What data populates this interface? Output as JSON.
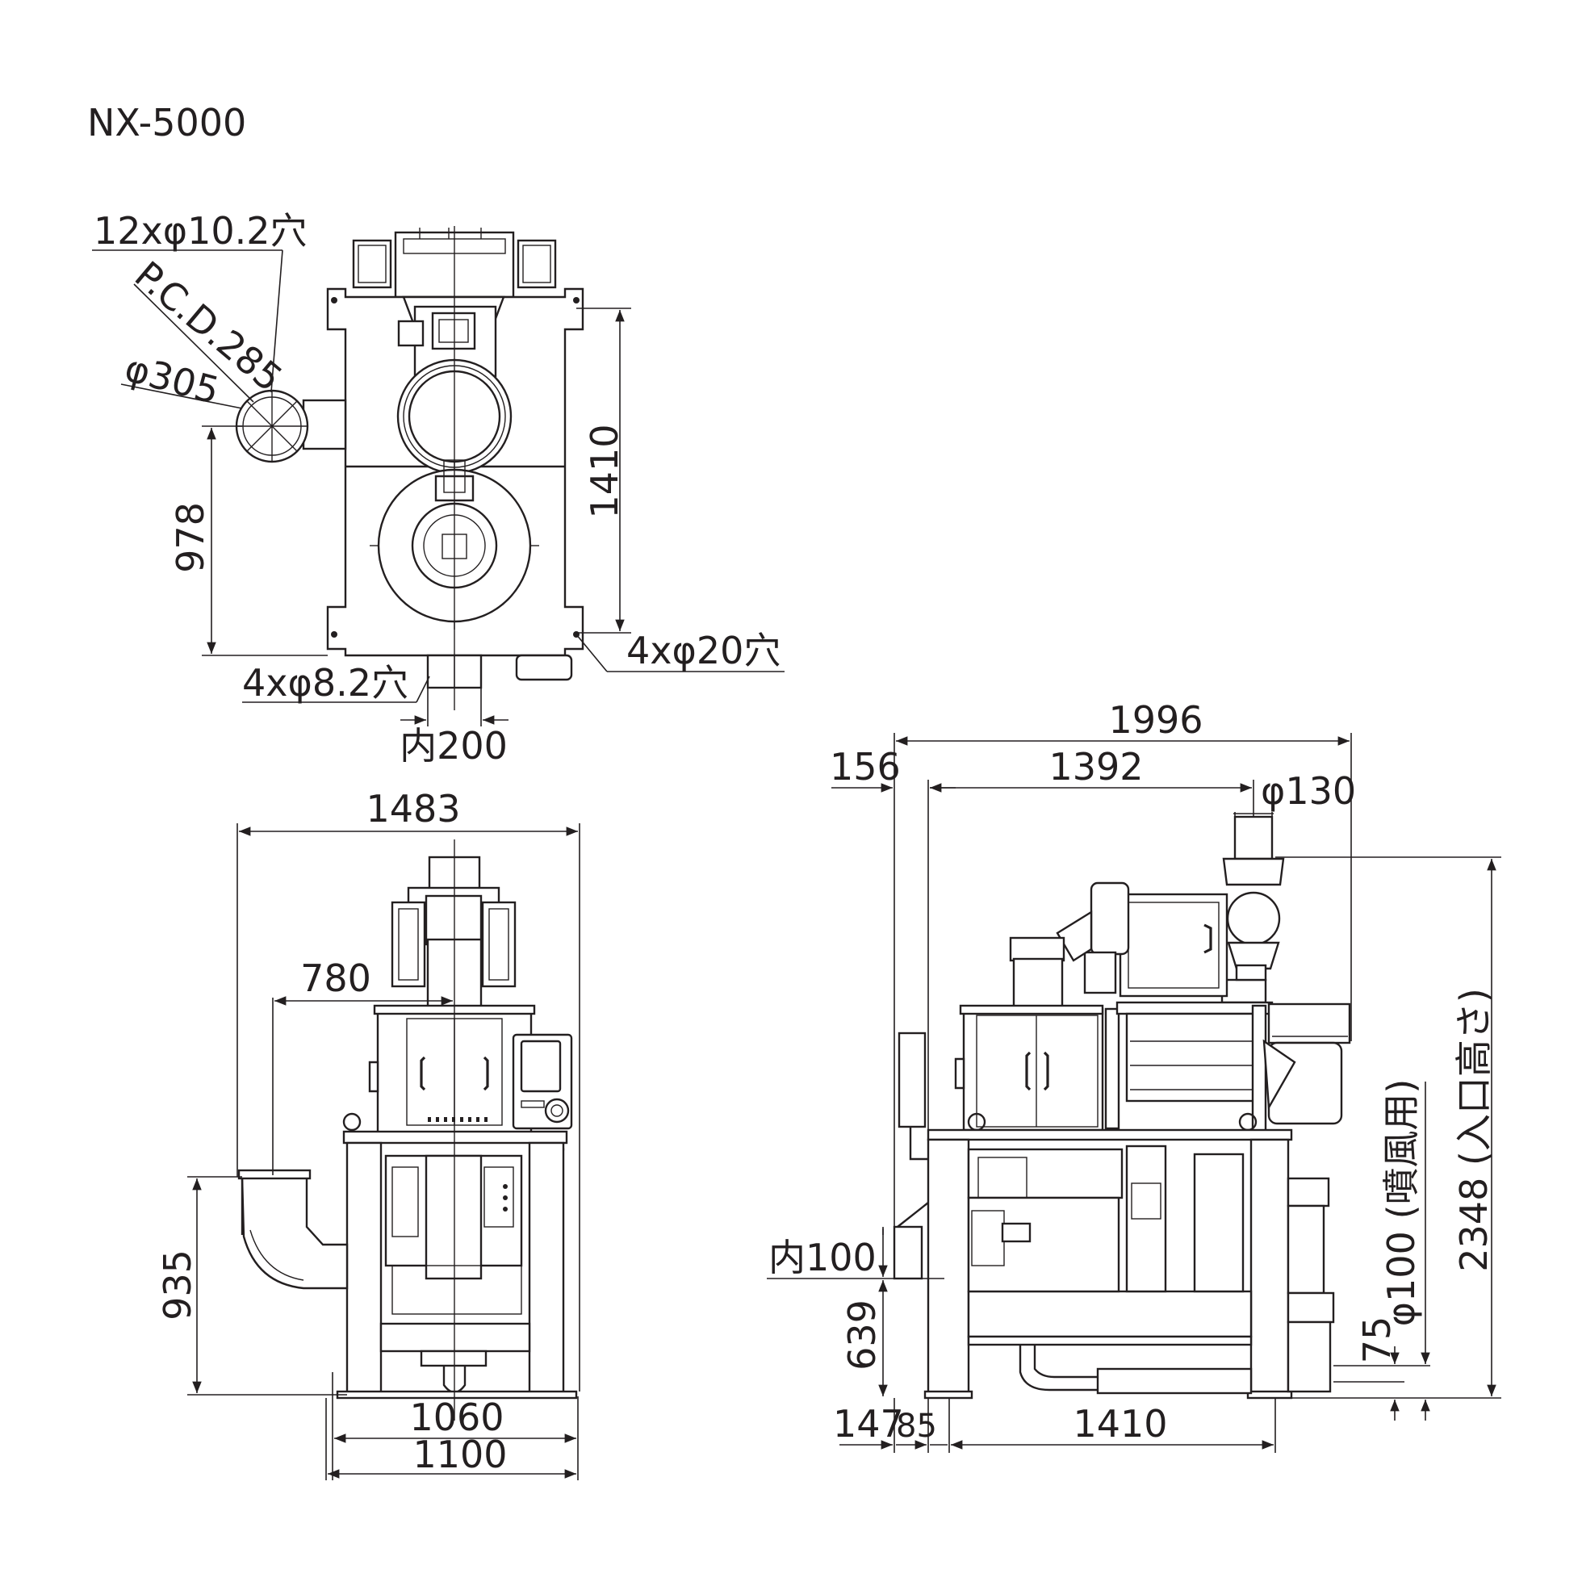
{
  "title": "NX-5000",
  "colors": {
    "line": "#231f20",
    "background": "#ffffff"
  },
  "top_view": {
    "holes_flange": "12xφ10.2穴",
    "pcd": "P.C.D.285",
    "flange_dia": "φ305",
    "dim_978": "978",
    "dim_1410": "1410",
    "holes_base": "4xφ20穴",
    "holes_outlet": "4xφ8.2穴",
    "inner_200": "内200"
  },
  "front_view": {
    "dim_1483": "1483",
    "dim_780": "780",
    "dim_935": "935",
    "dim_1060": "1060",
    "dim_1100": "1100"
  },
  "side_view": {
    "dim_1996": "1996",
    "dim_156": "156",
    "dim_1392": "1392",
    "dim_130": "φ130",
    "dim_2348": "2348 (入口高さ)",
    "dim_100_blow": "φ100 (噴風用)",
    "dim_75": "75",
    "inner_100": "内100",
    "dim_639": "639",
    "dim_147": "147",
    "dim_85": "85",
    "dim_1410": "1410"
  }
}
